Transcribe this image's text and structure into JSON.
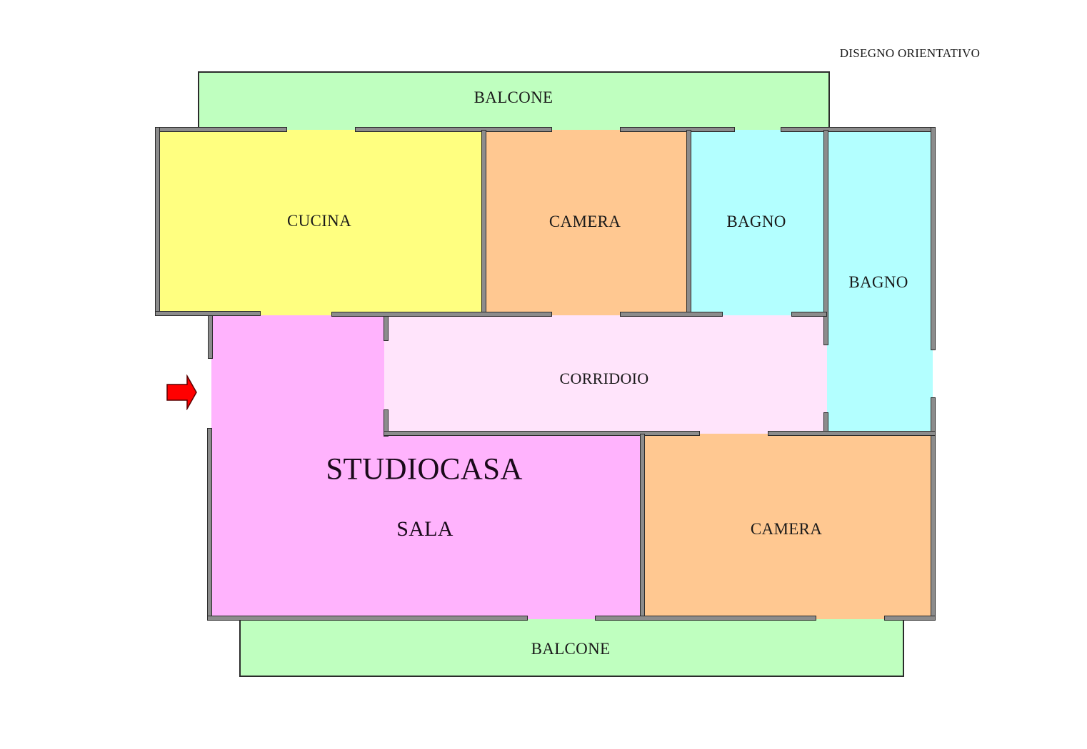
{
  "header": {
    "note": "DISEGNO ORIENTATIVO"
  },
  "colors": {
    "balcone": "#bfffbf",
    "cucina": "#ffff80",
    "camera": "#ffc891",
    "bagno": "#b3ffff",
    "corridoio": "#ffe4fb",
    "sala": "#ffb3fd",
    "wall": "#8c8c8c",
    "entrance_arrow": "#ff0000"
  },
  "rooms": {
    "balcone_top": {
      "label": "BALCONE"
    },
    "cucina": {
      "label": "CUCINA"
    },
    "camera_top": {
      "label": "CAMERA"
    },
    "bagno_1": {
      "label": "BAGNO"
    },
    "bagno_2": {
      "label": "BAGNO"
    },
    "corridoio": {
      "label": "CORRIDOIO"
    },
    "sala": {
      "label": "SALA",
      "brand": "STUDIOCASA"
    },
    "camera_bottom": {
      "label": "CAMERA"
    },
    "balcone_bottom": {
      "label": "BALCONE"
    }
  },
  "entrance": {
    "icon": "arrow-right-icon"
  }
}
